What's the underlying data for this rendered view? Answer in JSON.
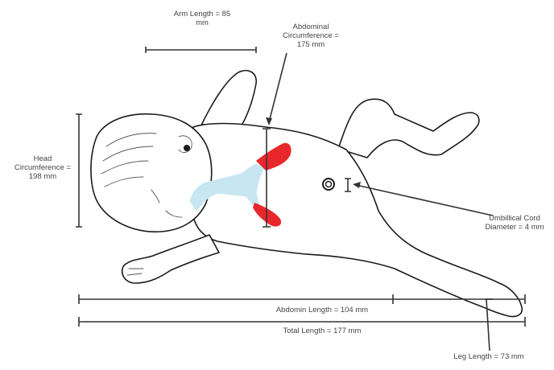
{
  "labels": {
    "arm_length": [
      "Arm Length = 85",
      "mm"
    ],
    "abdominal_circumference": [
      "Abdominal",
      "Circumference =",
      "175 mm"
    ],
    "head_circumference": [
      "Head",
      "Circumference =",
      "198 mm"
    ],
    "umbilical_cord_diameter": [
      "Umbillical Cord",
      "Diameter = 4 mm"
    ],
    "abdomin_length": "Abdomin Length = 104 mm",
    "total_length": "Total Length = 177 mm",
    "leg_length": "Leg Length = 73 mm"
  },
  "colors": {
    "vessel_red": "#e8272c",
    "vessel_blue": "#c7e6f2",
    "outline": "#1a1a1a",
    "dimension_line": "#333333"
  }
}
